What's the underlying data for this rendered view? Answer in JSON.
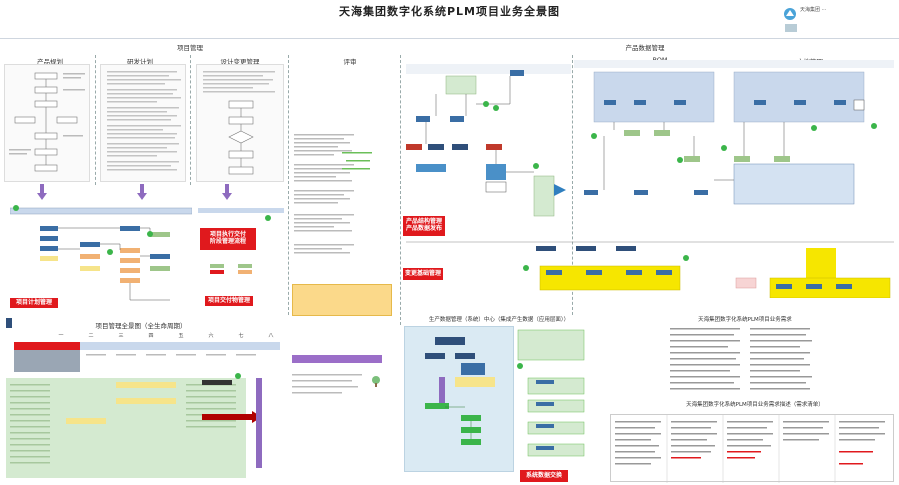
{
  "header": {
    "title": "天海集团数字化系统PLM项目业务全景图",
    "logo_caption": "天海集团 ···"
  },
  "sections": {
    "project_mgmt": "项目管理",
    "product_mgmt": "产品数据管理",
    "col1": "产品规划",
    "col2": "研发计划",
    "col3": "设计变更管理",
    "col4": "评审",
    "bom": "BOM",
    "doc": "文档管理"
  },
  "labels": {
    "proj_exec": "项目执行交付\n阶段管理流程",
    "proj_plan": "项目计划管理",
    "proj_deliver": "项目交付物管理",
    "prod_struct": "产品结构管理\n产品数据发布",
    "change_mgmt": "变更基础管理",
    "project_panorama": "项目管理全景图（全生命周期）",
    "integration_title": "生产数据管理（系统）中心（集成产生数据（应用层面））",
    "integration_footer": "系统数据交换",
    "plm_title": "天海集团数字化系统PLM项目业务需求",
    "plm_subtitle": "天海集团数字化系统PLM项目业务需求描述（需求清单）"
  },
  "gantt": {
    "phases": [
      "一",
      "二",
      "三",
      "四",
      "五",
      "六",
      "七",
      "八"
    ]
  }
}
